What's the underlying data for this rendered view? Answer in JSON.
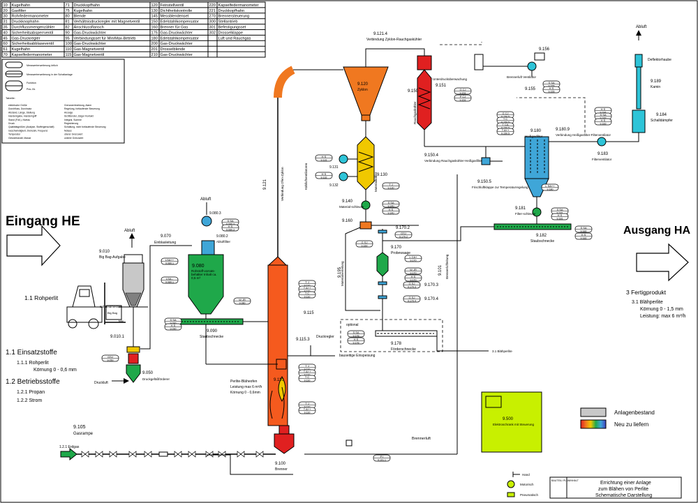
{
  "legend_table": [
    [
      "10",
      "Kugelhahn",
      "71",
      "Druckkopfhahn",
      "120",
      "Feinstellventil",
      "220",
      "Kapselfedermanometer"
    ],
    [
      "20",
      "Gasfilter",
      "75",
      "Kugelhahn",
      "130",
      "Dichtheitskontrolle",
      "221",
      "Druckkopfhahn"
    ],
    [
      "30",
      "Rohrfedermanometer",
      "80",
      "Blende",
      "145",
      "Messblendenset",
      "270",
      "Brennersteuerung"
    ],
    [
      "31",
      "Druckknophahn",
      "81",
      "Verhältnisdruckregler mit Magnetventil",
      "150",
      "Edelstahlkompensator",
      "300",
      "Stellantrieb"
    ],
    [
      "35",
      "Durchflussmengenzähler",
      "82",
      "Anschlussflansch",
      "160",
      "Brenner für Gas",
      "301",
      "Befestigungsset"
    ],
    [
      "40",
      "Sicherheitsabsperrventil",
      "90",
      "Gas-Druckwächter",
      "175",
      "Gas-Druckwächter",
      "302",
      "Drosselklappe"
    ],
    [
      "45",
      "Gas-Druckregler",
      "95",
      "Verbindungsset für Min/Max-Betrieb",
      "180",
      "Edelstahlkompensator",
      "",
      "Luft und Rauchgas"
    ],
    [
      "60",
      "Sicherheitsabblaseventil",
      "100",
      "Gas-Druckwächter",
      "200",
      "Gas-Druckwächter",
      "",
      ""
    ],
    [
      "61",
      "Kugelhahn",
      "110",
      "Gas-Magnetventil",
      "201",
      "Drosselblende",
      "",
      ""
    ],
    [
      "70",
      "Kapselfedermanometer",
      "115",
      "Gas-Magnetventil",
      "210",
      "Gas-Druckwächter",
      "",
      ""
    ]
  ],
  "symbol_legend": {
    "row1": "Messwerterweiterung örtlich",
    "row2": "Messwerterweiterung in der Schaltanlage",
    "row3a": "Funktion",
    "row3b": "Pos.-Nr.",
    "title": "Tabelle:",
    "left_items": [
      "elektrische Größe",
      "Durchfluss, Durchsatz",
      "Abstand, Länge, Stellung",
      "Handeingabe, Handeingriff",
      "Stand (Füll-), Niveau",
      "Druck",
      "Qualitätsgrößen (Analyse, Stoffeigenschaft)",
      "Geschwindigkeit, Drehzahl, Frequenz",
      "Temperatur",
      "Gewichtskraft, Masse"
    ],
    "right_items": [
      "Grenzwertmeldung, Alarm",
      "Regelung, fortlaufende Steuerung",
      "Anzeige",
      "Sichtfenster, Zeiger Kontakt",
      "Integral, Summe",
      "Registrierung",
      "Schaltung, nicht fortlaufende Steuerung",
      "Notaus",
      "oberer Grenzwert",
      "unterer Grenzwert"
    ]
  },
  "inputs": {
    "eingang": "Eingang HE",
    "rohperlit": "1.1  Rohperlit",
    "einsatzstoffe_title": "1.1 Einsatzstoffe",
    "einsatzstoffe_item": "1.1.1  Rohperlit",
    "einsatzstoffe_koernung": "Körnung 0 - 0,6 mm",
    "betriebsstoffe_title": "1.2 Betriebsstoffe",
    "betrieb_1": "1.2.1  Propan",
    "betrieb_2": "1.2.2  Strom",
    "big_bag": "Big Bag"
  },
  "outputs": {
    "ausgang": "Ausgang HA",
    "fertigprodukt": "3 Fertigprodukt",
    "blaehperlite": "3.1  Blähperlite",
    "koernung": "Körnung 0 - 1,5 mm",
    "leistung": "Leistung:  max 6 m³/h"
  },
  "labels": {
    "abluft1": "Abluft",
    "abluft2": "Abluft",
    "abluft3": "Abluft",
    "e9010": "9.010",
    "e9010_name": "Big Bag-Aufgabe",
    "schneidmesser": "Schneidmesser",
    "mix": "Mix",
    "e9010_1": "9.010.1",
    "e9070": "9.070",
    "e9070_name": "Einblasleitung",
    "e9080": "9.080",
    "e9080_name": "Rohstoff-vorrats-behälter Inhalt ca. 0,5 m³",
    "e9080_3": "9.080.3",
    "e9080_2": "9.080.2",
    "e9080_2_name": "Abluftfilter",
    "e9090": "9.090",
    "e9090_name": "Staubschnecke",
    "e9050": "9.050",
    "e9050_name": "Druckgefäßförderer",
    "druckluft": "Druckluft",
    "e9105": "9.105",
    "e9105_name": "Gasrampe",
    "erdgas": "1.2.1  Erdgas",
    "e9100": "9.100",
    "e9100_name": "Brenner",
    "e9110": "9.110",
    "perlite_title": "Perlite-Bläheofen",
    "perlite_l1": "Leistung max 6 m³/h",
    "perlite_l2": "Körnung 0 - 0,6mm",
    "e9115": "9.115",
    "e9115_3": "9.115.3",
    "druckregler": "Druckregler",
    "bauseitige": "bauseitige Einspeisung",
    "e9121": "9.121",
    "e9121_name": "Verbindung Ofen-Zyklon",
    "e9121_4": "9.121.4",
    "e9121_4_name": "Verbindung Zyklon-Rauchgaskühler",
    "e9120": "9.120",
    "e9120_name": "Zyklon",
    "kuehlluft": "Kühlluftventilatoren",
    "e9131": "9.131",
    "e9132": "9.132",
    "e9130": "9.130",
    "materialkuehler": "Materialkühler",
    "e9140": "9.140",
    "e9140_name": "Material-schleuse",
    "e9160": "9.160",
    "e9195": "9.195",
    "e9195_name": "Materialverteilung",
    "e9170_2": "9.170.2",
    "e9170": "9.170",
    "e9170_name": "Probewaage",
    "e9170_3": "9.170.3",
    "e9170_4": "9.170.4",
    "optional": "optional",
    "e9178": "9.178",
    "e9178_name": "Förderschnecke",
    "e9101": "9.101",
    "e9101_name": "Brennerluftleitung",
    "brennerluft": "Brennerluft",
    "e9150": "9.150",
    "e9151": "9.151",
    "rauchgaskuehler": "Rauchgaskühler",
    "unterdruck": "Unterdrucküberwachung",
    "e9150_4": "9.150.4",
    "e9150_4_name": "Verbindung Rauchgaskühler-Heißgasfilter",
    "e9150_5": "9.150.5",
    "frischluft": "Frischluftklappe zur Temperaturregelung",
    "e9156": "9.156",
    "e9155": "9.155",
    "brennerluft_vent": "Brennerluft Ventilator",
    "e9180": "9.180",
    "e9180_name": "Heißgasfilter",
    "e9180_9": "9.180.9",
    "e9180_9_name": "Verbindung Heißgasfilter-Filterventilator",
    "e9183": "9.183",
    "e9183_name": "Filterventilator",
    "e9181": "9.181",
    "e9181_name": "Filter-schleuse",
    "e9182": "9.182",
    "e9182_name": "Staubschnecke",
    "e9189": "9.189",
    "e9189_name": "Kamin",
    "deflektor": "Deflektorhaube",
    "e9184": "9.184",
    "e9184_name": "Schalldämpfer",
    "blaehperlite_out": "3.1  Blähperlite",
    "e9500": "9.500",
    "e9500_name": "Elektroschrank mit Steuerung",
    "anlagenbestand": "Anlagenbestand",
    "neu": "Neu zu liefern",
    "hand": "Hand",
    "motorisch": "Motorisch",
    "pneumatisch": "Pneumatisch",
    "title_block_small": "BAUTEIL/ PLANINHALT",
    "title_l1": "Errichtung einer Anlage",
    "title_l2": "zum Blähen von Perlite",
    "title_l3": "Schematische Darstellung"
  },
  "colors": {
    "orange": "#f07820",
    "kiln": "#f55a1e",
    "red": "#e02020",
    "yellow": "#f0c800",
    "green": "#1fa84a",
    "blue": "#3fa6d8",
    "grey": "#c8c8c8",
    "cyan": "#2ec4d8",
    "limegreen": "#c8f000",
    "bbgreen": "#8cd000"
  },
  "instruments": [
    {
      "id": "i1",
      "l1": "S SA",
      "l2": "9.080.3"
    },
    {
      "id": "i2",
      "l1": "H S",
      "l2": "9.080.3"
    },
    {
      "id": "i3",
      "l1": "LSA++",
      "l2": "9.080.1"
    },
    {
      "id": "i4",
      "l1": "LSA--",
      "l2": "9.080.1"
    },
    {
      "id": "i5",
      "l1": "W JR",
      "l2": "9.080"
    },
    {
      "id": "i6",
      "l1": "S SA",
      "l2": "9.090"
    },
    {
      "id": "i7",
      "l1": "H S",
      "l2": "9.090"
    },
    {
      "id": "i8",
      "l1": "GSJ",
      "l2": "9.050"
    },
    {
      "id": "i9",
      "l1": "H S",
      "l2": "9.131"
    },
    {
      "id": "i10",
      "l1": "H S",
      "l2": "9.132"
    },
    {
      "id": "i11",
      "l1": "T J",
      "l2": "9.130"
    },
    {
      "id": "i12",
      "l1": "S SA",
      "l2": "9.140"
    },
    {
      "id": "i13",
      "l1": "H S",
      "l2": "9.140"
    },
    {
      "id": "i14",
      "l1": "GSJ",
      "l2": "9.170.2"
    },
    {
      "id": "i15",
      "l1": "G SJ",
      "l2": "9.160"
    },
    {
      "id": "i16",
      "l1": "L CA+",
      "l2": "9.170"
    },
    {
      "id": "i17",
      "l1": "W JR",
      "l2": "9.170"
    },
    {
      "id": "i18",
      "l1": "H S",
      "l2": "9.170"
    },
    {
      "id": "i19",
      "l1": "G SJ",
      "l2": "9.170.3"
    },
    {
      "id": "i20",
      "l1": "G SJ",
      "l2": "9.170.4"
    },
    {
      "id": "i21",
      "l1": "S SA",
      "l2": "9.178"
    },
    {
      "id": "i22",
      "l1": "H S",
      "l2": "9.178"
    },
    {
      "id": "i23",
      "l1": "T J",
      "l2": "9.110"
    },
    {
      "id": "i24",
      "l1": "T A++",
      "l2": "9.110"
    },
    {
      "id": "i25",
      "l1": "T C",
      "l2": "9.110"
    },
    {
      "id": "i26",
      "l1": "T J",
      "l2": "9.110"
    },
    {
      "id": "i27",
      "l1": "T A++",
      "l2": "9.110"
    },
    {
      "id": "i28",
      "l1": "T J",
      "l2": "9.110"
    },
    {
      "id": "i29",
      "l1": "T A++",
      "l2": "9.110"
    },
    {
      "id": "i30",
      "l1": "T C",
      "l2": "9.110"
    },
    {
      "id": "i31",
      "l1": "G CJ",
      "l2": "9.151"
    },
    {
      "id": "i32",
      "l1": "P CJ",
      "l2": "9.151"
    },
    {
      "id": "i33",
      "l1": "G CJ",
      "l2": "9.150.5"
    },
    {
      "id": "i34",
      "l1": "T C",
      "l2": "9.150.5"
    },
    {
      "id": "i35",
      "l1": "T CA",
      "l2": "9.150.5"
    },
    {
      "id": "i36",
      "l1": "T A++",
      "l2": "9.150.5"
    },
    {
      "id": "i37",
      "l1": "S SA",
      "l2": "9.155"
    },
    {
      "id": "i38",
      "l1": "H S",
      "l2": "9.155"
    },
    {
      "id": "i39",
      "l1": "H S",
      "l2": "9.184"
    },
    {
      "id": "i40",
      "l1": "S SA",
      "l2": "9.183"
    },
    {
      "id": "i41",
      "l1": "H S",
      "l2": "9.183"
    },
    {
      "id": "i42",
      "l1": "L SA++",
      "l2": "9.180"
    },
    {
      "id": "i43",
      "l1": "S SA",
      "l2": "9.181"
    },
    {
      "id": "i44",
      "l1": "H S",
      "l2": "9.181"
    },
    {
      "id": "i45",
      "l1": "S SA",
      "l2": "9.182"
    },
    {
      "id": "i46",
      "l1": "H S",
      "l2": "9.182"
    },
    {
      "id": "i47",
      "l1": "P I",
      "l2": "9.101.1"
    }
  ]
}
